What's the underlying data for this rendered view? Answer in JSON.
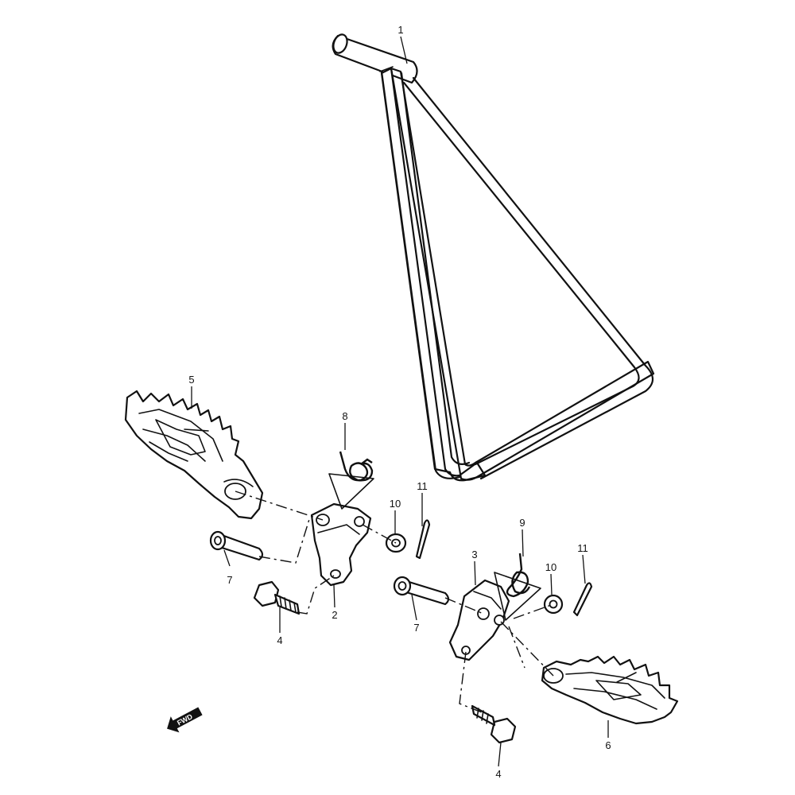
{
  "callouts": {
    "c1": "1",
    "c2": "2",
    "c3": "3",
    "c4a": "4",
    "c4b": "4",
    "c5": "5",
    "c6": "6",
    "c7a": "7",
    "c7b": "7",
    "c8": "8",
    "c9": "9",
    "c10a": "10",
    "c10b": "10",
    "c11a": "11",
    "c11b": "11"
  },
  "direction_indicator": {
    "label": "FWD",
    "icon": "arrow-left-down-icon"
  },
  "colors": {
    "line": "#111111",
    "background": "#ffffff"
  }
}
